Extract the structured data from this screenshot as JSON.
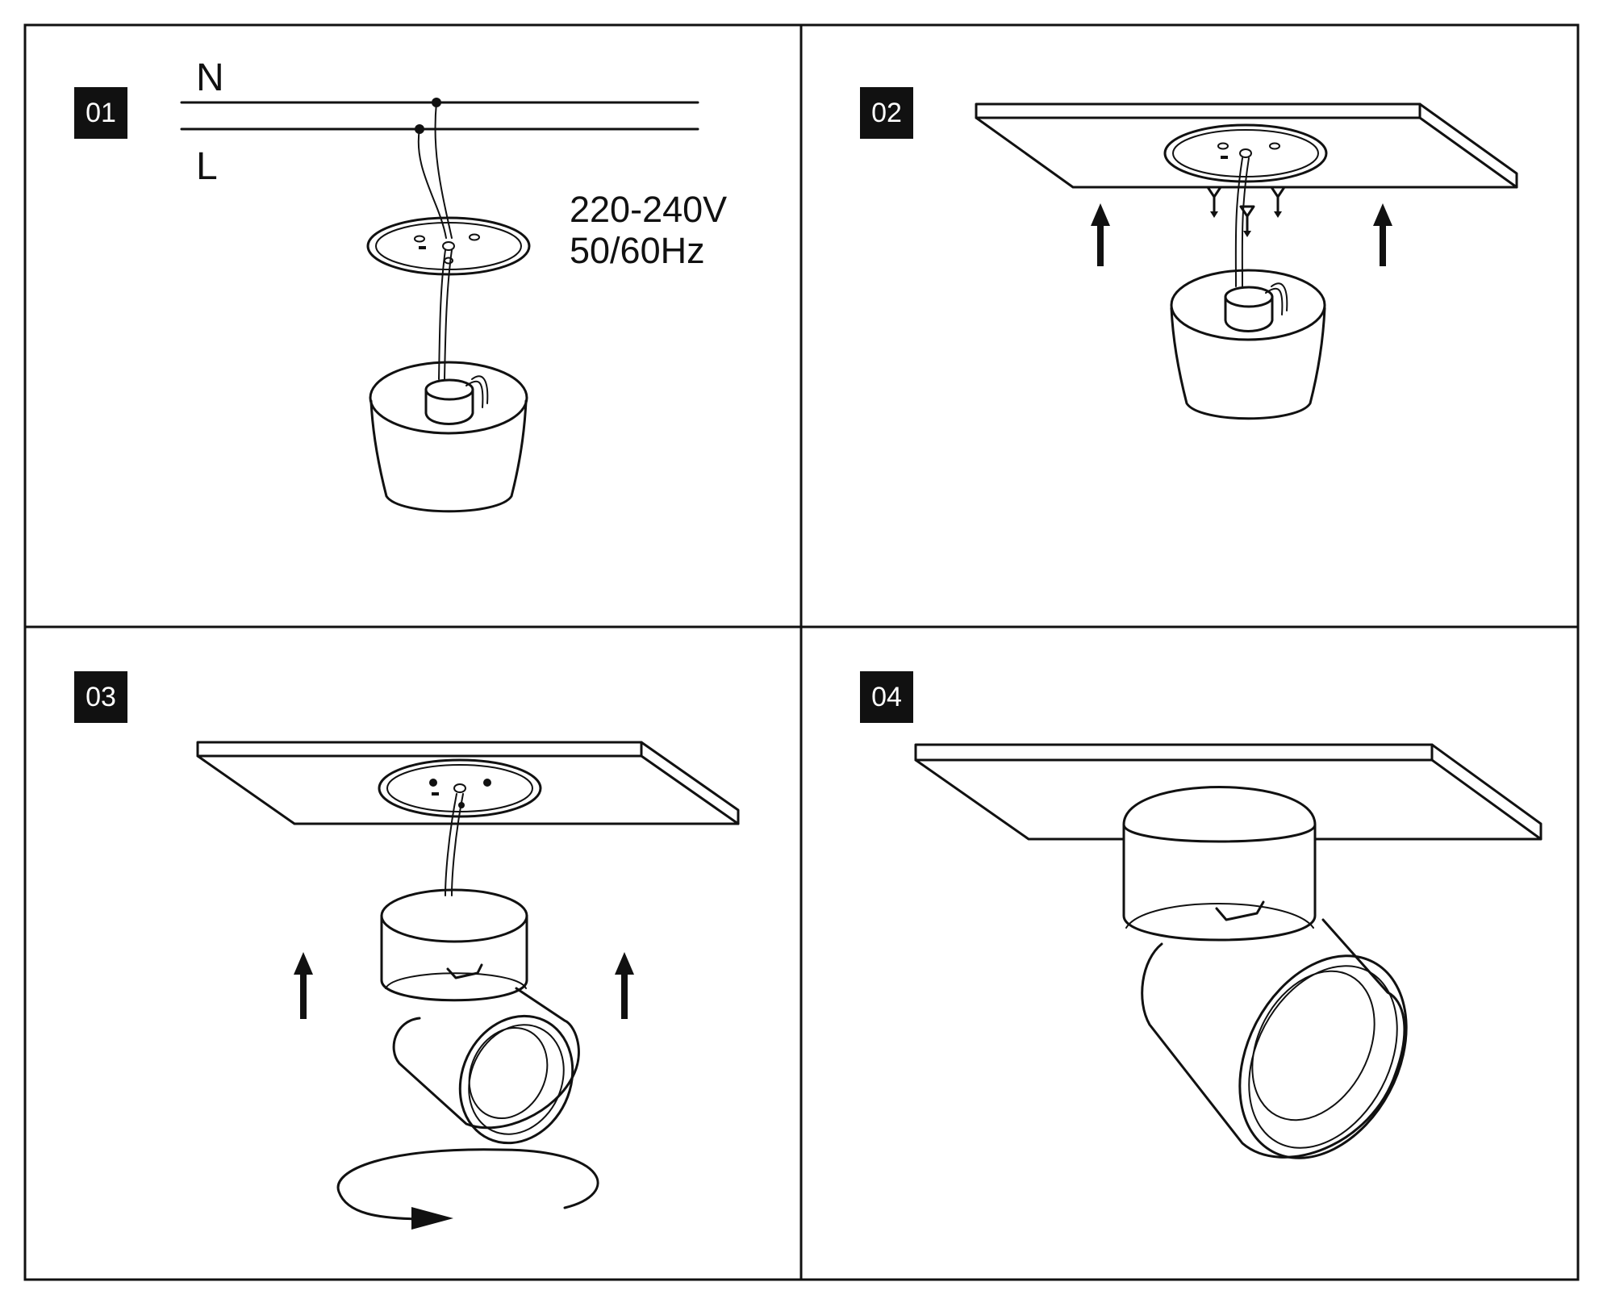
{
  "steps": [
    {
      "number": "01"
    },
    {
      "number": "02"
    },
    {
      "number": "03"
    },
    {
      "number": "04"
    }
  ],
  "wiring": {
    "neutral_label": "N",
    "live_label": "L",
    "voltage": "220-240V",
    "frequency": "50/60Hz"
  },
  "colors": {
    "badge": "#111111",
    "line": "#111111",
    "background": "#ffffff"
  }
}
